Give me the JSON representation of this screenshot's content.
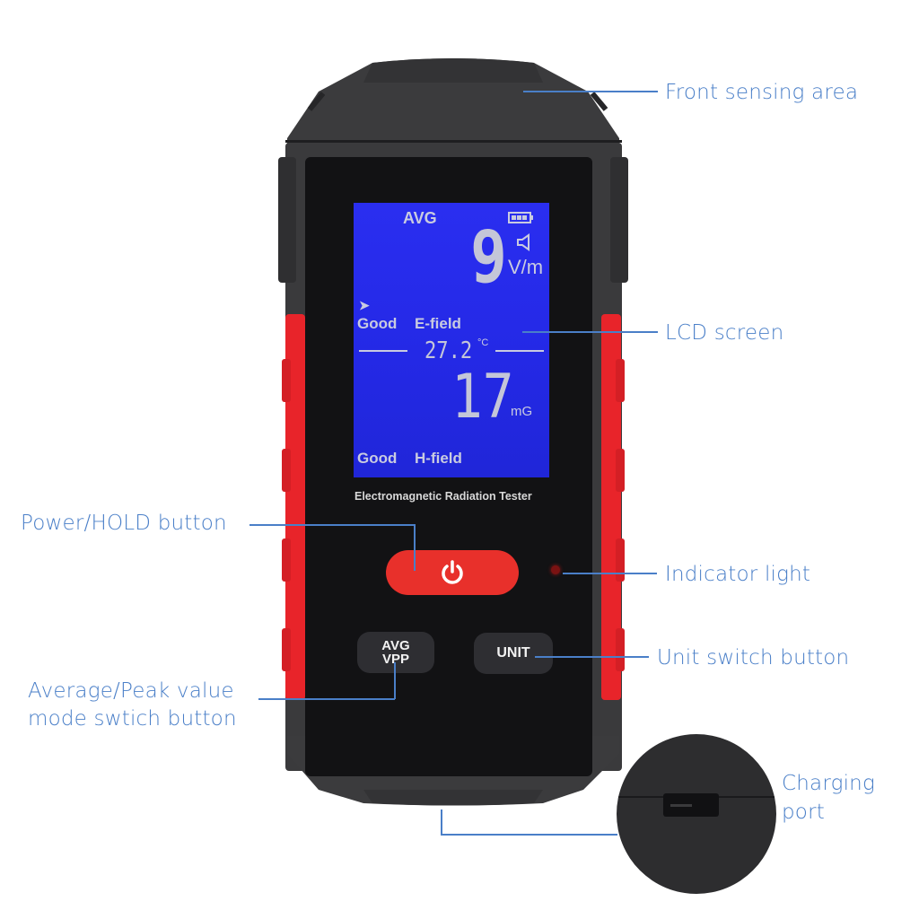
{
  "title": "Electromagnetic Radiation Tester",
  "colors": {
    "callout": "#4a7fc8",
    "body_gray": "#3a3a3c",
    "bezel_black": "#121214",
    "grip_red": "#e8242a",
    "lcd_blue": "#2a2ef0",
    "lcd_segment": "#c9cbe0",
    "power_red": "#e8302b"
  },
  "callouts": {
    "front_sensing": "Front sensing area",
    "lcd": "LCD screen",
    "power_hold": "Power/HOLD button",
    "indicator": "Indicator light",
    "unit_switch": "Unit switch button",
    "avg_peak_line1": "Average/Peak value",
    "avg_peak_line2": "mode swtich button",
    "charging_line1": "Charging",
    "charging_line2": "port"
  },
  "lcd": {
    "mode": "AVG",
    "battery_icon": "battery-full-icon",
    "speaker_icon": "speaker-icon",
    "arrow_icon": "chevron-right-icon",
    "e_field": {
      "value": "9",
      "unit": "V/m",
      "status": "Good",
      "label": "E-field"
    },
    "temperature": {
      "value": "27.2",
      "unit": "°C"
    },
    "h_field": {
      "value": "17",
      "unit": "mG",
      "status": "Good",
      "label": "H-field"
    }
  },
  "device": {
    "model_text": "Electromagnetic Radiation Tester",
    "buttons": {
      "power_icon": "power-icon",
      "avg_line1": "AVG",
      "avg_line2": "VPP",
      "unit": "UNIT"
    }
  }
}
